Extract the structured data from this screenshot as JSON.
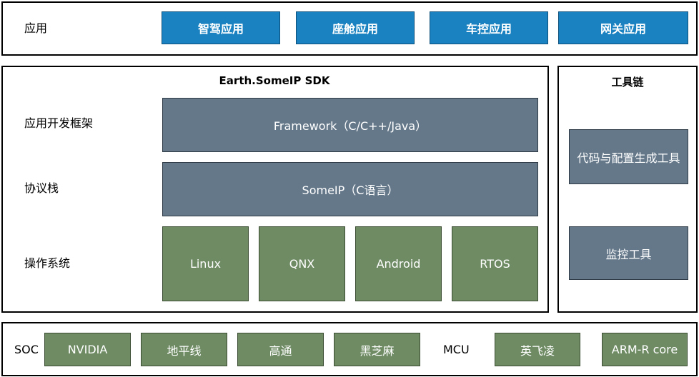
{
  "app_layer": {
    "label": "应用",
    "items": [
      "智驾应用",
      "座舱应用",
      "车控应用",
      "网关应用"
    ]
  },
  "sdk": {
    "title": "Earth.SomeIP SDK",
    "rows": {
      "framework_label": "应用开发框架",
      "framework_box": "Framework（C/C++/Java）",
      "protocol_label": "协议栈",
      "protocol_box": "SomeIP（C语言）",
      "os_label": "操作系统",
      "os_items": [
        "Linux",
        "QNX",
        "Android",
        "RTOS"
      ]
    }
  },
  "toolchain": {
    "title": "工具链",
    "items": [
      "代码与配置生成工具",
      "监控工具"
    ]
  },
  "hardware": {
    "soc_label": "SOC",
    "soc_items": [
      "NVIDIA",
      "地平线",
      "高通",
      "黑芝麻"
    ],
    "mcu_label": "MCU",
    "mcu_items": [
      "英飞凌",
      "ARM-R core"
    ]
  },
  "colors": {
    "app_blue": "#1a82c0",
    "stack_slate": "#64788a",
    "os_green": "#6e8b64"
  }
}
